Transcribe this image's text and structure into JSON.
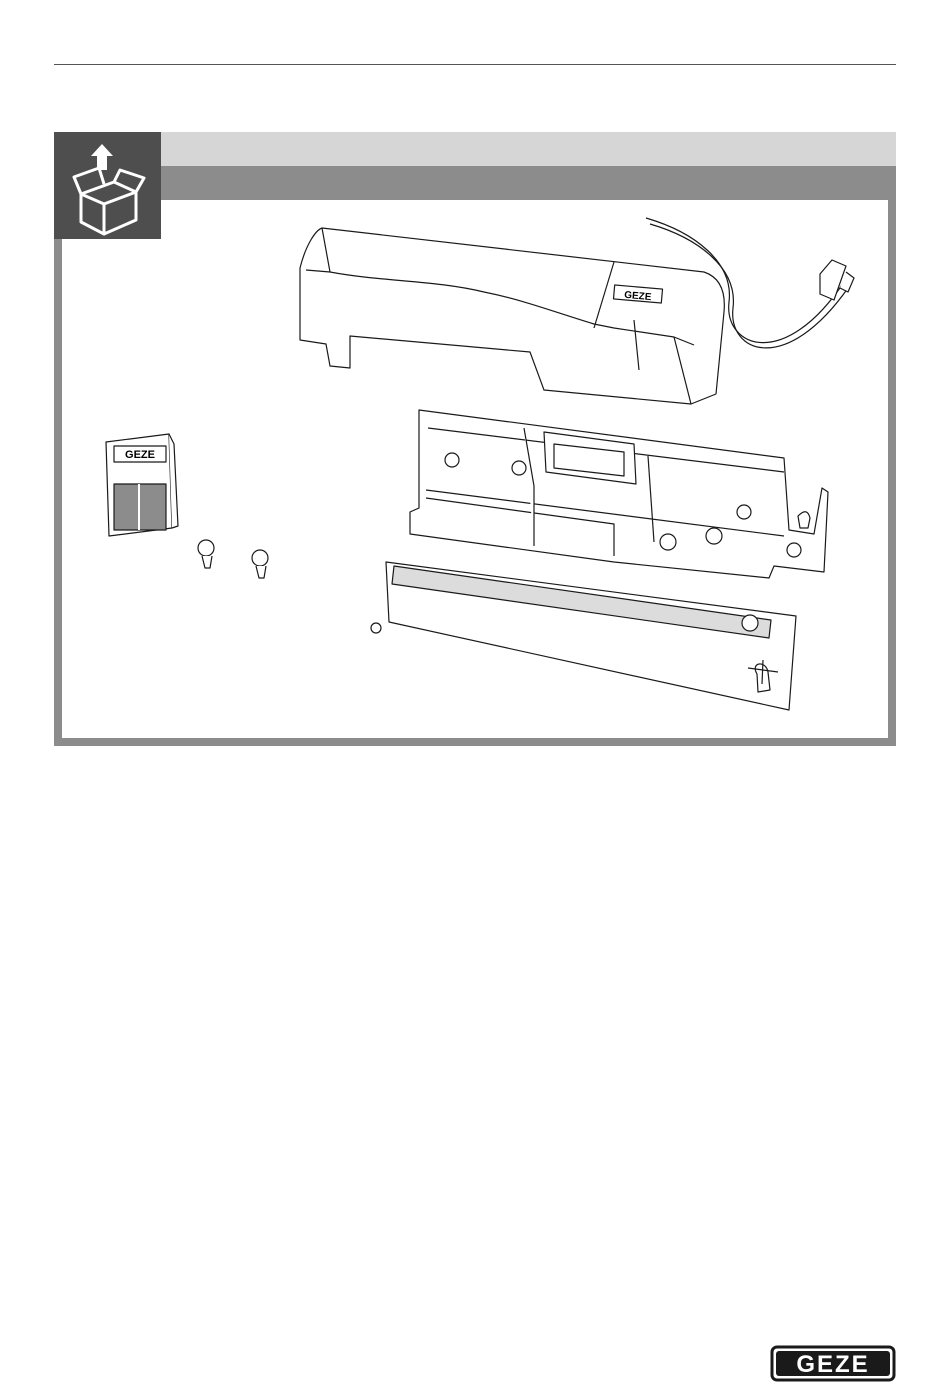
{
  "drawing": {
    "cover_badge": "GEZE",
    "booklet_badge": "GEZE"
  },
  "footer": {
    "logo_text": "GEZE"
  },
  "icons": {
    "section_icon": "unpack-box-arrow-up-icon"
  },
  "colors": {
    "band_light": "#d6d6d6",
    "band_dark": "#8c8c8c",
    "icon_tile": "#4e4e4e"
  }
}
